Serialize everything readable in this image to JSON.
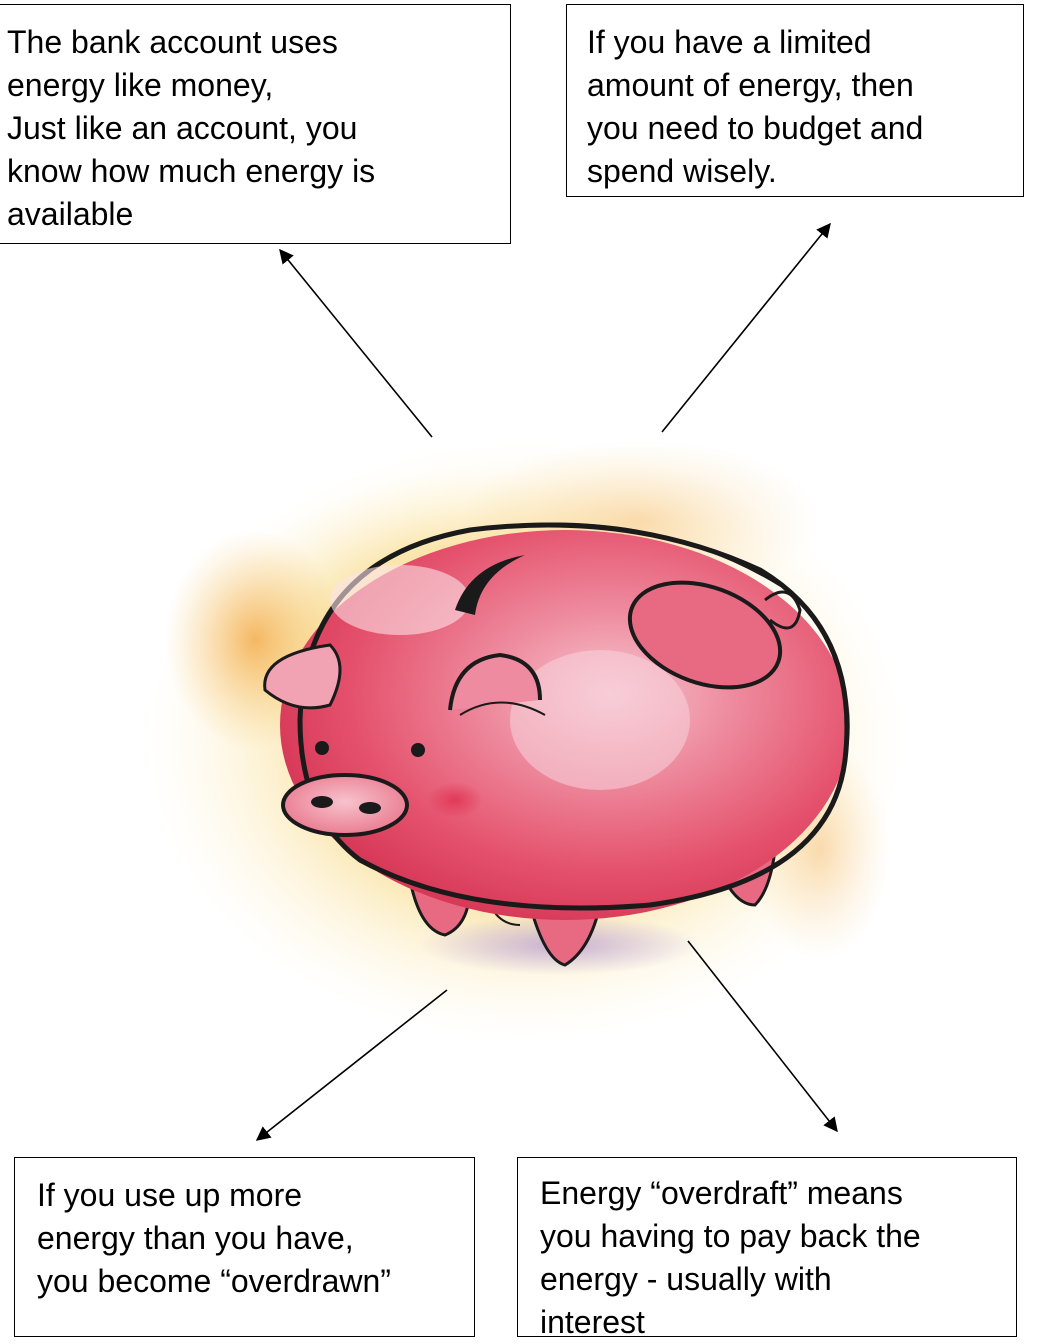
{
  "callouts": {
    "top_left": {
      "lines": [
        "The bank account uses",
        "energy like money,",
        "Just like an account, you",
        "know how much energy is",
        "available"
      ]
    },
    "top_right": {
      "lines": [
        "If you have a limited",
        "amount of energy, then",
        "you need to budget and",
        "spend wisely."
      ]
    },
    "bottom_left": {
      "lines": [
        "If you use up more",
        "energy than you have,",
        "you become “overdrawn”"
      ]
    },
    "bottom_right": {
      "lines": [
        "Energy “overdraft” means",
        "you having to pay back the",
        "energy - usually with",
        "interest"
      ]
    }
  },
  "illustration": {
    "subject": "piggy-bank",
    "colors": {
      "body": "#e8536e",
      "highlight": "#f7c9d3",
      "outline": "#1a1a1a",
      "splash": "#f6d88a",
      "splash_accent": "#f2a93b"
    }
  }
}
